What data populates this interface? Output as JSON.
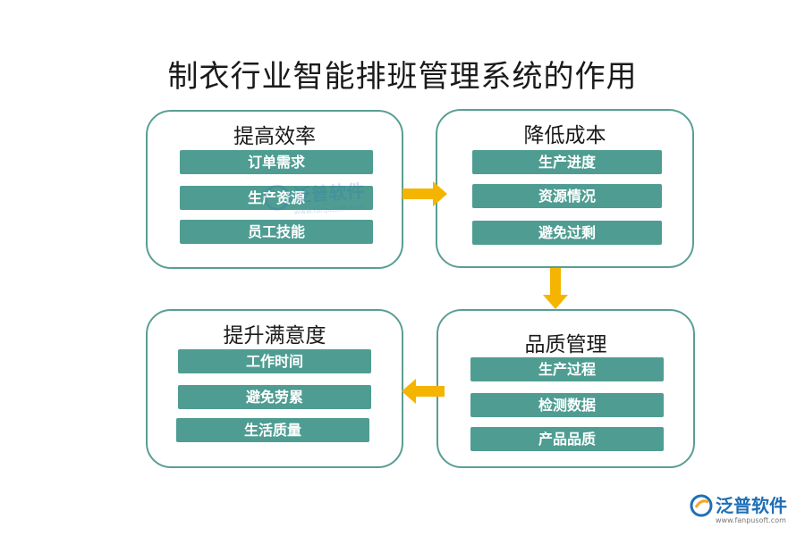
{
  "title": "制衣行业智能排班管理系统的作用",
  "panels": [
    {
      "title": "提高效率",
      "items": [
        "订单需求",
        "生产资源",
        "员工技能"
      ]
    },
    {
      "title": "降低成本",
      "items": [
        "生产进度",
        "资源情况",
        "避免过剩"
      ]
    },
    {
      "title": "品质管理",
      "items": [
        "生产过程",
        "检测数据",
        "产品品质"
      ]
    },
    {
      "title": "提升满意度",
      "items": [
        "工作时间",
        "避免劳累",
        "生活质量"
      ]
    }
  ],
  "colors": {
    "panel_border": "#5a9e94",
    "pill_fill": "#4f9d92",
    "arrow": "#f5b400",
    "logo": "#1f6fb6"
  },
  "logo": {
    "name": "泛普软件",
    "url": "www.fanpusoft.com"
  },
  "watermark": {
    "name": "泛普软件",
    "url": "www.fanpusoft.com"
  }
}
